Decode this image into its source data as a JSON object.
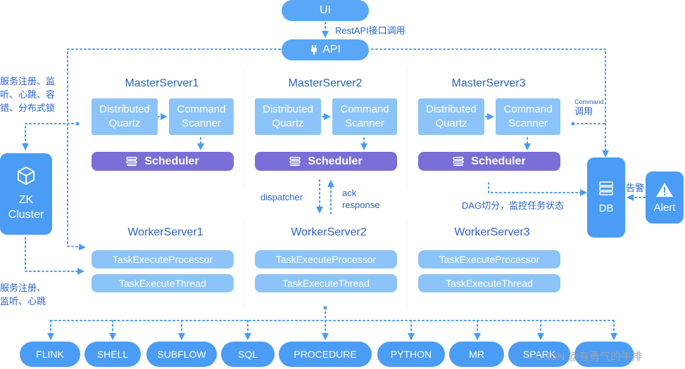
{
  "ui": "UI",
  "api": "API",
  "restapi": "RestAPI接口调用",
  "left_note": [
    "服务注册、监",
    "听、心跳、容",
    "错、分布式锁"
  ],
  "left_note2": [
    "服务注册、",
    "监听、心跳"
  ],
  "zk": [
    "ZK",
    "Cluster"
  ],
  "masters": [
    {
      "title": "MasterServer1",
      "quartz": [
        "Distributed",
        "Quartz"
      ],
      "scanner": [
        "Command",
        "Scanner"
      ],
      "scheduler": "Scheduler"
    },
    {
      "title": "MasterServer2",
      "quartz": [
        "Distributed",
        "Quartz"
      ],
      "scanner": [
        "Command",
        "Scanner"
      ],
      "scheduler": "Scheduler"
    },
    {
      "title": "MasterServer3",
      "quartz": [
        "Distributed",
        "Quartz"
      ],
      "scanner": [
        "Command",
        "Scanner"
      ],
      "scheduler": "Scheduler"
    }
  ],
  "workers": [
    {
      "title": "WorkerServer1",
      "processor": "TaskExecuteProcessor",
      "thread": "TaskExecuteThread"
    },
    {
      "title": "WorkerServer2",
      "processor": "TaskExecuteProcessor",
      "thread": "TaskExecuteThread"
    },
    {
      "title": "WorkerServer3",
      "processor": "TaskExecuteProcessor",
      "thread": "TaskExecuteThread"
    }
  ],
  "dispatcher": "dispatcher",
  "ack": [
    "ack",
    "response"
  ],
  "command_call": [
    "Command",
    "调用"
  ],
  "dag_note": "DAG切分，监控任务状态",
  "db": "DB",
  "alarm": "告警",
  "alert": "Alert",
  "tasks": [
    "FLINK",
    "SHELL",
    "SUBFLOW",
    "SQL",
    "PROCEDURE",
    "PYTHON",
    "MR",
    "SPARK"
  ],
  "watermark": "CSDN @有勇气的牛排",
  "icons": {
    "zk": "cube-icon",
    "db": "database-icon",
    "alert": "warning-icon",
    "api": "plug-icon",
    "scheduler": "stack-icon"
  },
  "colors": {
    "pill": "#5aa6f7",
    "light": "#8cc4fa",
    "scheduler": "#7a6fd6",
    "title": "#2b63c9",
    "line": "#4a9cf5"
  }
}
